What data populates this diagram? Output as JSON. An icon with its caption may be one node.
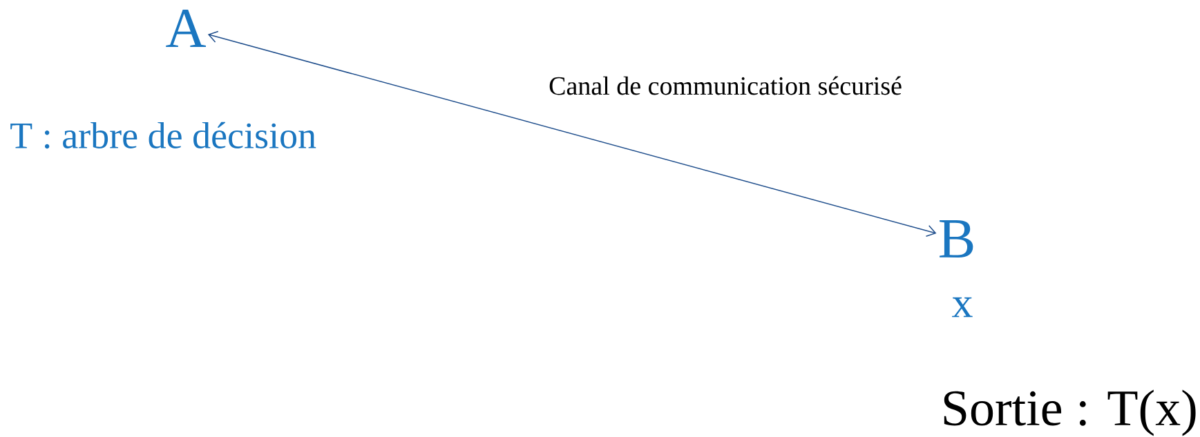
{
  "diagram": {
    "nodes": [
      {
        "text": [
          "A"
        ]
      },
      {
        "text": [
          "B"
        ]
      }
    ],
    "edges": [
      {
        "from": 0,
        "to": 1,
        "arrow": "both",
        "label": "Canal de communication sécurisé"
      }
    ],
    "labels": [
      "T : arbre de décision",
      "x",
      "Sortie : T(x)"
    ]
  }
}
